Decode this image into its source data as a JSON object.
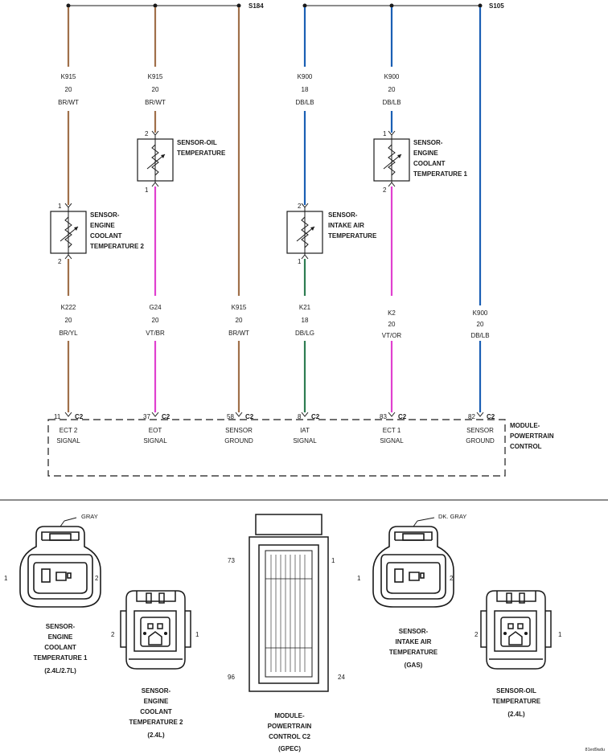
{
  "splices": {
    "s184": "S184",
    "s105": "S105"
  },
  "wires": [
    {
      "id": "K915",
      "gauge": "20",
      "color": "BR/WT"
    },
    {
      "id": "K915",
      "gauge": "20",
      "color": "BR/WT"
    },
    {
      "id": "K900",
      "gauge": "18",
      "color": "DB/LB"
    },
    {
      "id": "K900",
      "gauge": "20",
      "color": "DB/LB"
    },
    {
      "id": "K222",
      "gauge": "20",
      "color": "BR/YL"
    },
    {
      "id": "G24",
      "gauge": "20",
      "color": "VT/BR"
    },
    {
      "id": "K915",
      "gauge": "20",
      "color": "BR/WT"
    },
    {
      "id": "K21",
      "gauge": "18",
      "color": "DB/LG"
    },
    {
      "id": "K2",
      "gauge": "20",
      "color": "VT/OR"
    },
    {
      "id": "K900",
      "gauge": "20",
      "color": "DB/LB"
    }
  ],
  "sensors": [
    {
      "lines": [
        "SENSOR-",
        "ENGINE",
        "COOLANT",
        "TEMPERATURE 2"
      ],
      "pin_top": "1",
      "pin_bottom": "2"
    },
    {
      "lines": [
        "SENSOR-OIL",
        "TEMPERATURE"
      ],
      "pin_top": "2",
      "pin_bottom": "1"
    },
    {
      "lines": [
        "SENSOR-",
        "INTAKE AIR",
        "TEMPERATURE"
      ],
      "pin_top": "2",
      "pin_bottom": "1"
    },
    {
      "lines": [
        "SENSOR-",
        "ENGINE",
        "COOLANT",
        "TEMPERATURE 1"
      ],
      "pin_top": "1",
      "pin_bottom": "2"
    }
  ],
  "module_pins": [
    {
      "pin": "11",
      "conn": "C2",
      "label": [
        "ECT 2",
        "SIGNAL"
      ]
    },
    {
      "pin": "37",
      "conn": "C2",
      "label": [
        "EOT",
        "SIGNAL"
      ]
    },
    {
      "pin": "58",
      "conn": "C2",
      "label": [
        "SENSOR",
        "GROUND"
      ]
    },
    {
      "pin": "8",
      "conn": "C2",
      "label": [
        "IAT",
        "SIGNAL"
      ]
    },
    {
      "pin": "83",
      "conn": "C2",
      "label": [
        "ECT 1",
        "SIGNAL"
      ]
    },
    {
      "pin": "82",
      "conn": "C2",
      "label": [
        "SENSOR",
        "GROUND"
      ]
    }
  ],
  "module_name": [
    "MODULE-",
    "POWERTRAIN",
    "CONTROL"
  ],
  "connector_views": [
    {
      "lines": [
        "SENSOR-",
        "ENGINE",
        "COOLANT",
        "TEMPERATURE 1",
        "(2.4L/2.7L)"
      ],
      "color_tag": "GRAY",
      "pin_left": "1",
      "pin_right": "2"
    },
    {
      "lines": [
        "SENSOR-",
        "ENGINE",
        "COOLANT",
        "TEMPERATURE 2",
        "(2.4L)"
      ],
      "pin_left": "2",
      "pin_right": "1"
    },
    {
      "lines": [
        "MODULE-",
        "POWERTRAIN",
        "CONTROL C2",
        "(GPEC)"
      ],
      "pin_tl": "73",
      "pin_tr": "1",
      "pin_bl": "96",
      "pin_br": "24"
    },
    {
      "lines": [
        "SENSOR-",
        "INTAKE AIR",
        "TEMPERATURE",
        "(GAS)"
      ],
      "color_tag": "DK. GRAY",
      "pin_left": "1",
      "pin_right": "2"
    },
    {
      "lines": [
        "SENSOR-OIL",
        "TEMPERATURE",
        "(2.4L)"
      ],
      "pin_left": "2",
      "pin_right": "1"
    }
  ],
  "figure_id": "81ed9adu",
  "colors": {
    "brown": "#a0704a",
    "blue": "#1a5fb4",
    "violet": "#e040d0",
    "green": "#2e7d52",
    "ink": "#1a1a1a"
  }
}
